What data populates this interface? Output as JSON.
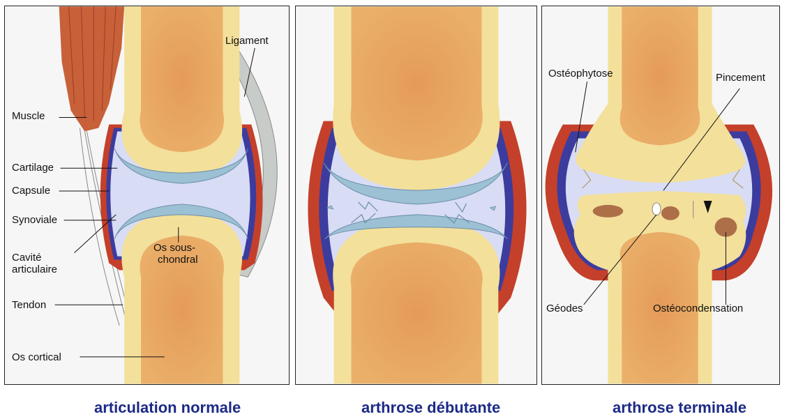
{
  "panels": [
    {
      "caption": "articulation normale",
      "labels": {
        "ligament": "Ligament",
        "muscle": "Muscle",
        "cartilage": "Cartilage",
        "capsule": "Capsule",
        "synoviale": "Synoviale",
        "cavite_line1": "Cavité",
        "cavite_line2": "articulaire",
        "tendon": "Tendon",
        "os_cortical": "Os cortical",
        "os_sous_line1": "Os sous-",
        "os_sous_line2": "chondral"
      }
    },
    {
      "caption": "arthrose débutante"
    },
    {
      "caption": "arthrose terminale",
      "labels": {
        "osteophytose": "Ostéophytose",
        "pincement": "Pincement",
        "geodes": "Géodes",
        "osteocondensation": "Ostéocondensation"
      }
    }
  ],
  "colors": {
    "bone_outer": "#f3e09a",
    "bone_inner": "#e8a05e",
    "cartilage": "#9cc0d4",
    "cavity": "#d8dcf4",
    "capsule_red": "#c4402a",
    "capsule_blue": "#3c3c9e",
    "muscle": "#c8603a",
    "ligament": "#c8ccc8",
    "caption": "#1c2a86"
  }
}
